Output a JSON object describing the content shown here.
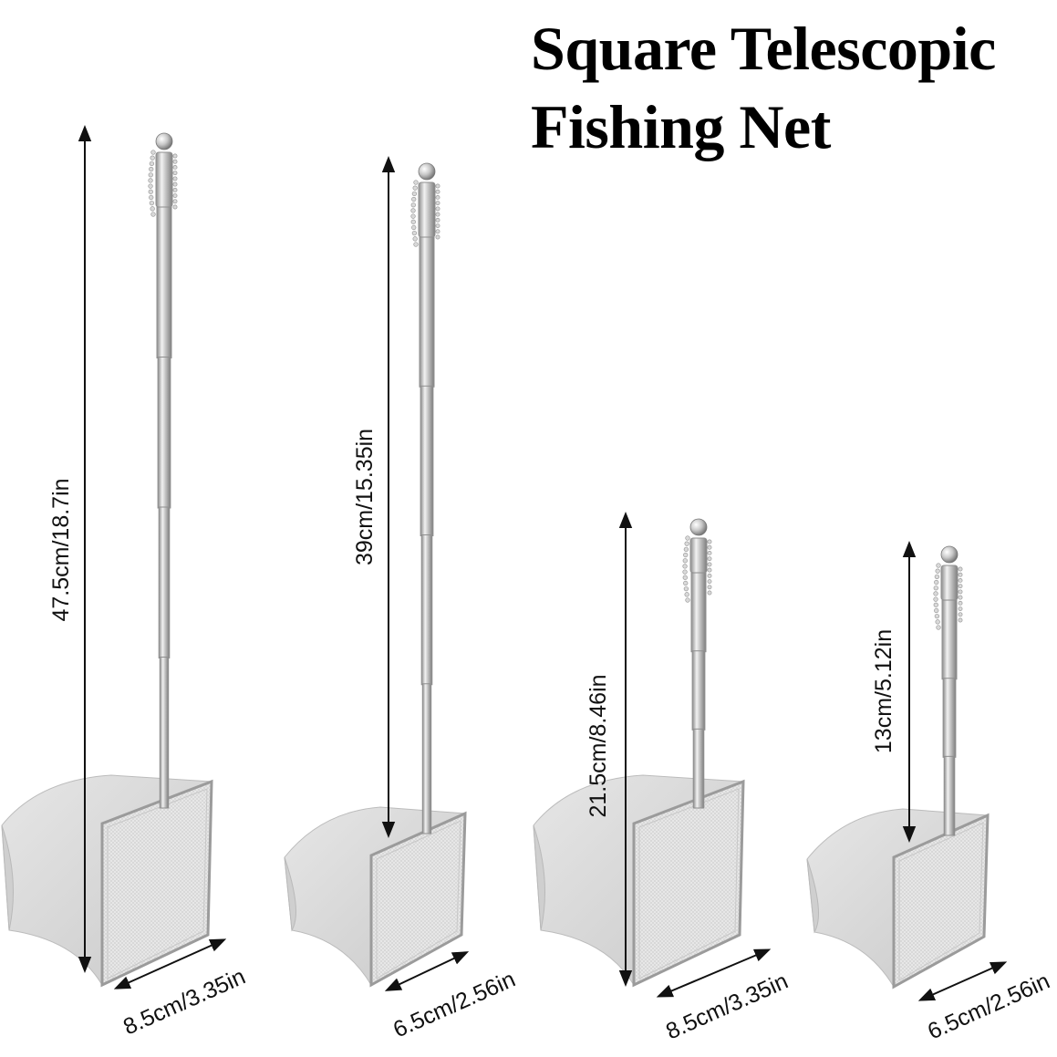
{
  "title": {
    "line1": "Square Telescopic",
    "line2": "Fishing Net"
  },
  "nets": [
    {
      "height_label": "47.5cm/18.7in",
      "width_label": "8.5cm/3.35in",
      "pole_sections": 4
    },
    {
      "height_label": "39cm/15.35in",
      "width_label": "6.5cm/2.56in",
      "pole_sections": 4
    },
    {
      "height_label": "21.5cm/8.46in",
      "width_label": "8.5cm/3.35in",
      "pole_sections": 3
    },
    {
      "height_label": "13cm/5.12in",
      "width_label": "6.5cm/2.56in",
      "pole_sections": 3
    }
  ],
  "colors": {
    "text": "#000000",
    "steel": "#c4c4c4",
    "mesh": "#d6d6d6"
  }
}
